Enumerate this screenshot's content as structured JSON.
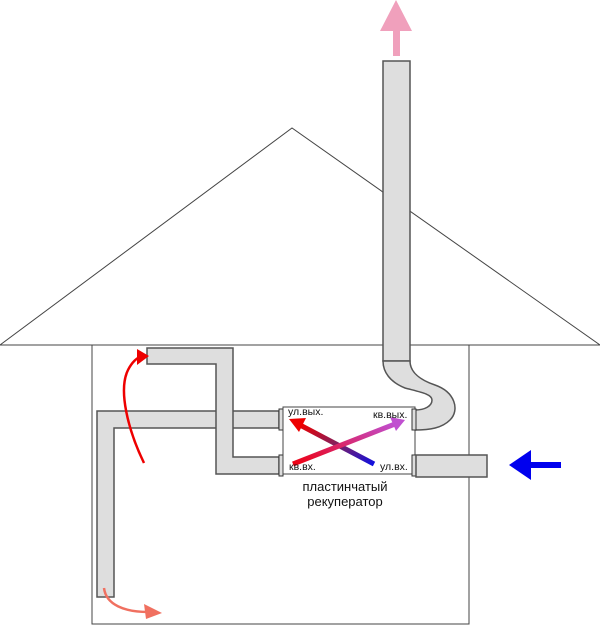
{
  "labels": {
    "street_out": "ул.вых.",
    "room_out": "кв.вых.",
    "room_in": "кв.вх.",
    "street_in": "ул.вх.",
    "caption_line1": "пластинчатый",
    "caption_line2": "рекуператор"
  },
  "colors": {
    "exhaust_arrow": "#f0a0bc",
    "intake_arrow": "#0000ee",
    "warm_air": "#ee0000",
    "supply_air": "#f07060",
    "pipe_fill": "#dedede"
  }
}
